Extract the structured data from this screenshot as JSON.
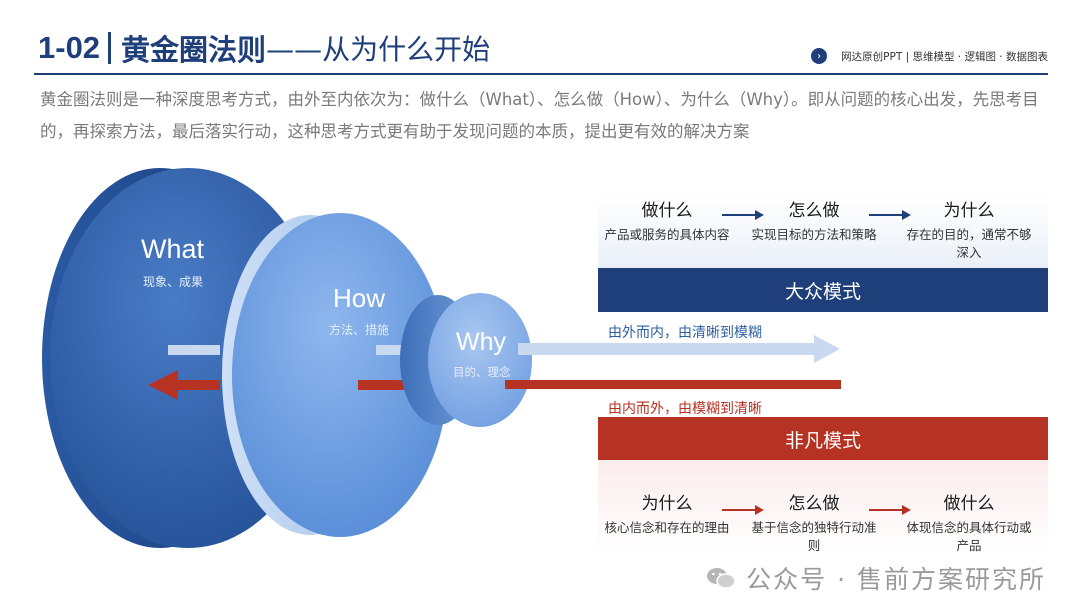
{
  "header": {
    "number": "1-02",
    "title": "黄金圈法则",
    "subtitle": "——从为什么开始",
    "right_text": "网达原创PPT | 思维模型 · 逻辑图 · 数据图表",
    "right_icon": "chevron-right-icon"
  },
  "intro": "黄金圈法则是一种深度思考方式，由外至内依次为：做什么（What）、怎么做（How）、为什么（Why）。即从问题的核心出发，先思考目的，再探索方法，最后落实行动，这种思考方式更有助于发现问题的本质，提出更有效的解决方案",
  "circles": {
    "what": {
      "label": "What",
      "sub": "现象、成果"
    },
    "how": {
      "label": "How",
      "sub": "方法、措施"
    },
    "why": {
      "label": "Why",
      "sub": "目的、理念"
    }
  },
  "arrows": {
    "outside_in": "由外而内，由清晰到模糊",
    "inside_out": "由内而外，由模糊到清晰"
  },
  "mass_mode": {
    "label": "大众模式",
    "steps": [
      {
        "title": "做什么",
        "desc": "产品或服务的具体内容"
      },
      {
        "title": "怎么做",
        "desc": "实现目标的方法和策略"
      },
      {
        "title": "为什么",
        "desc": "存在的目的，通常不够深入"
      }
    ]
  },
  "extra_mode": {
    "label": "非凡模式",
    "steps": [
      {
        "title": "为什么",
        "desc": "核心信念和存在的理由"
      },
      {
        "title": "怎么做",
        "desc": "基于信念的独特行动准则"
      },
      {
        "title": "做什么",
        "desc": "体现信念的具体行动或产品"
      }
    ]
  },
  "watermark": "公众号 · 售前方案研究所",
  "colors": {
    "navy": "#1f3f7a",
    "red": "#b63223",
    "light_blue": "#c9daf0"
  }
}
